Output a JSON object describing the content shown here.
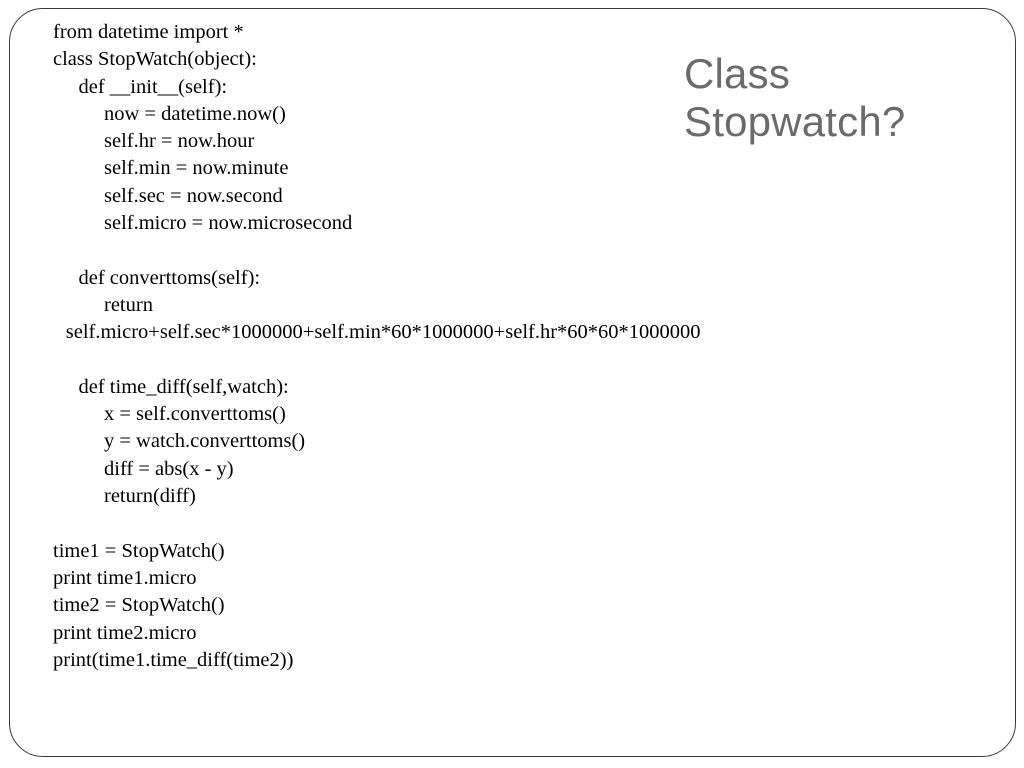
{
  "slide": {
    "title_lines": [
      "Class",
      "Stopwatch?"
    ],
    "code_lines": [
      {
        "indent": 0,
        "text": "from datetime import *"
      },
      {
        "indent": 0,
        "text": "class StopWatch(object):"
      },
      {
        "indent": 1,
        "text": "def __init__(self):"
      },
      {
        "indent": 2,
        "text": "now = datetime.now()"
      },
      {
        "indent": 2,
        "text": "self.hr = now.hour"
      },
      {
        "indent": 2,
        "text": "self.min = now.minute"
      },
      {
        "indent": 2,
        "text": "self.sec = now.second"
      },
      {
        "indent": 2,
        "text": "self.micro = now.microsecond"
      },
      {
        "indent": 0,
        "text": ""
      },
      {
        "indent": 1,
        "text": "def converttoms(self):"
      },
      {
        "indent": 2,
        "text": "return"
      },
      {
        "indent": 0.5,
        "text": "self.micro+self.sec*1000000+self.min*60*1000000+self.hr*60*60*1000000"
      },
      {
        "indent": 0,
        "text": ""
      },
      {
        "indent": 1,
        "text": "def time_diff(self,watch):"
      },
      {
        "indent": 2,
        "text": "x = self.converttoms()"
      },
      {
        "indent": 2,
        "text": "y = watch.converttoms()"
      },
      {
        "indent": 2,
        "text": "diff = abs(x - y)"
      },
      {
        "indent": 2,
        "text": "return(diff)"
      },
      {
        "indent": 0,
        "text": ""
      },
      {
        "indent": 0,
        "text": "time1 = StopWatch()"
      },
      {
        "indent": 0,
        "text": "print time1.micro"
      },
      {
        "indent": 0,
        "text": "time2 = StopWatch()"
      },
      {
        "indent": 0,
        "text": "print time2.micro"
      },
      {
        "indent": 0,
        "text": "print(time1.time_diff(time2))"
      }
    ]
  }
}
